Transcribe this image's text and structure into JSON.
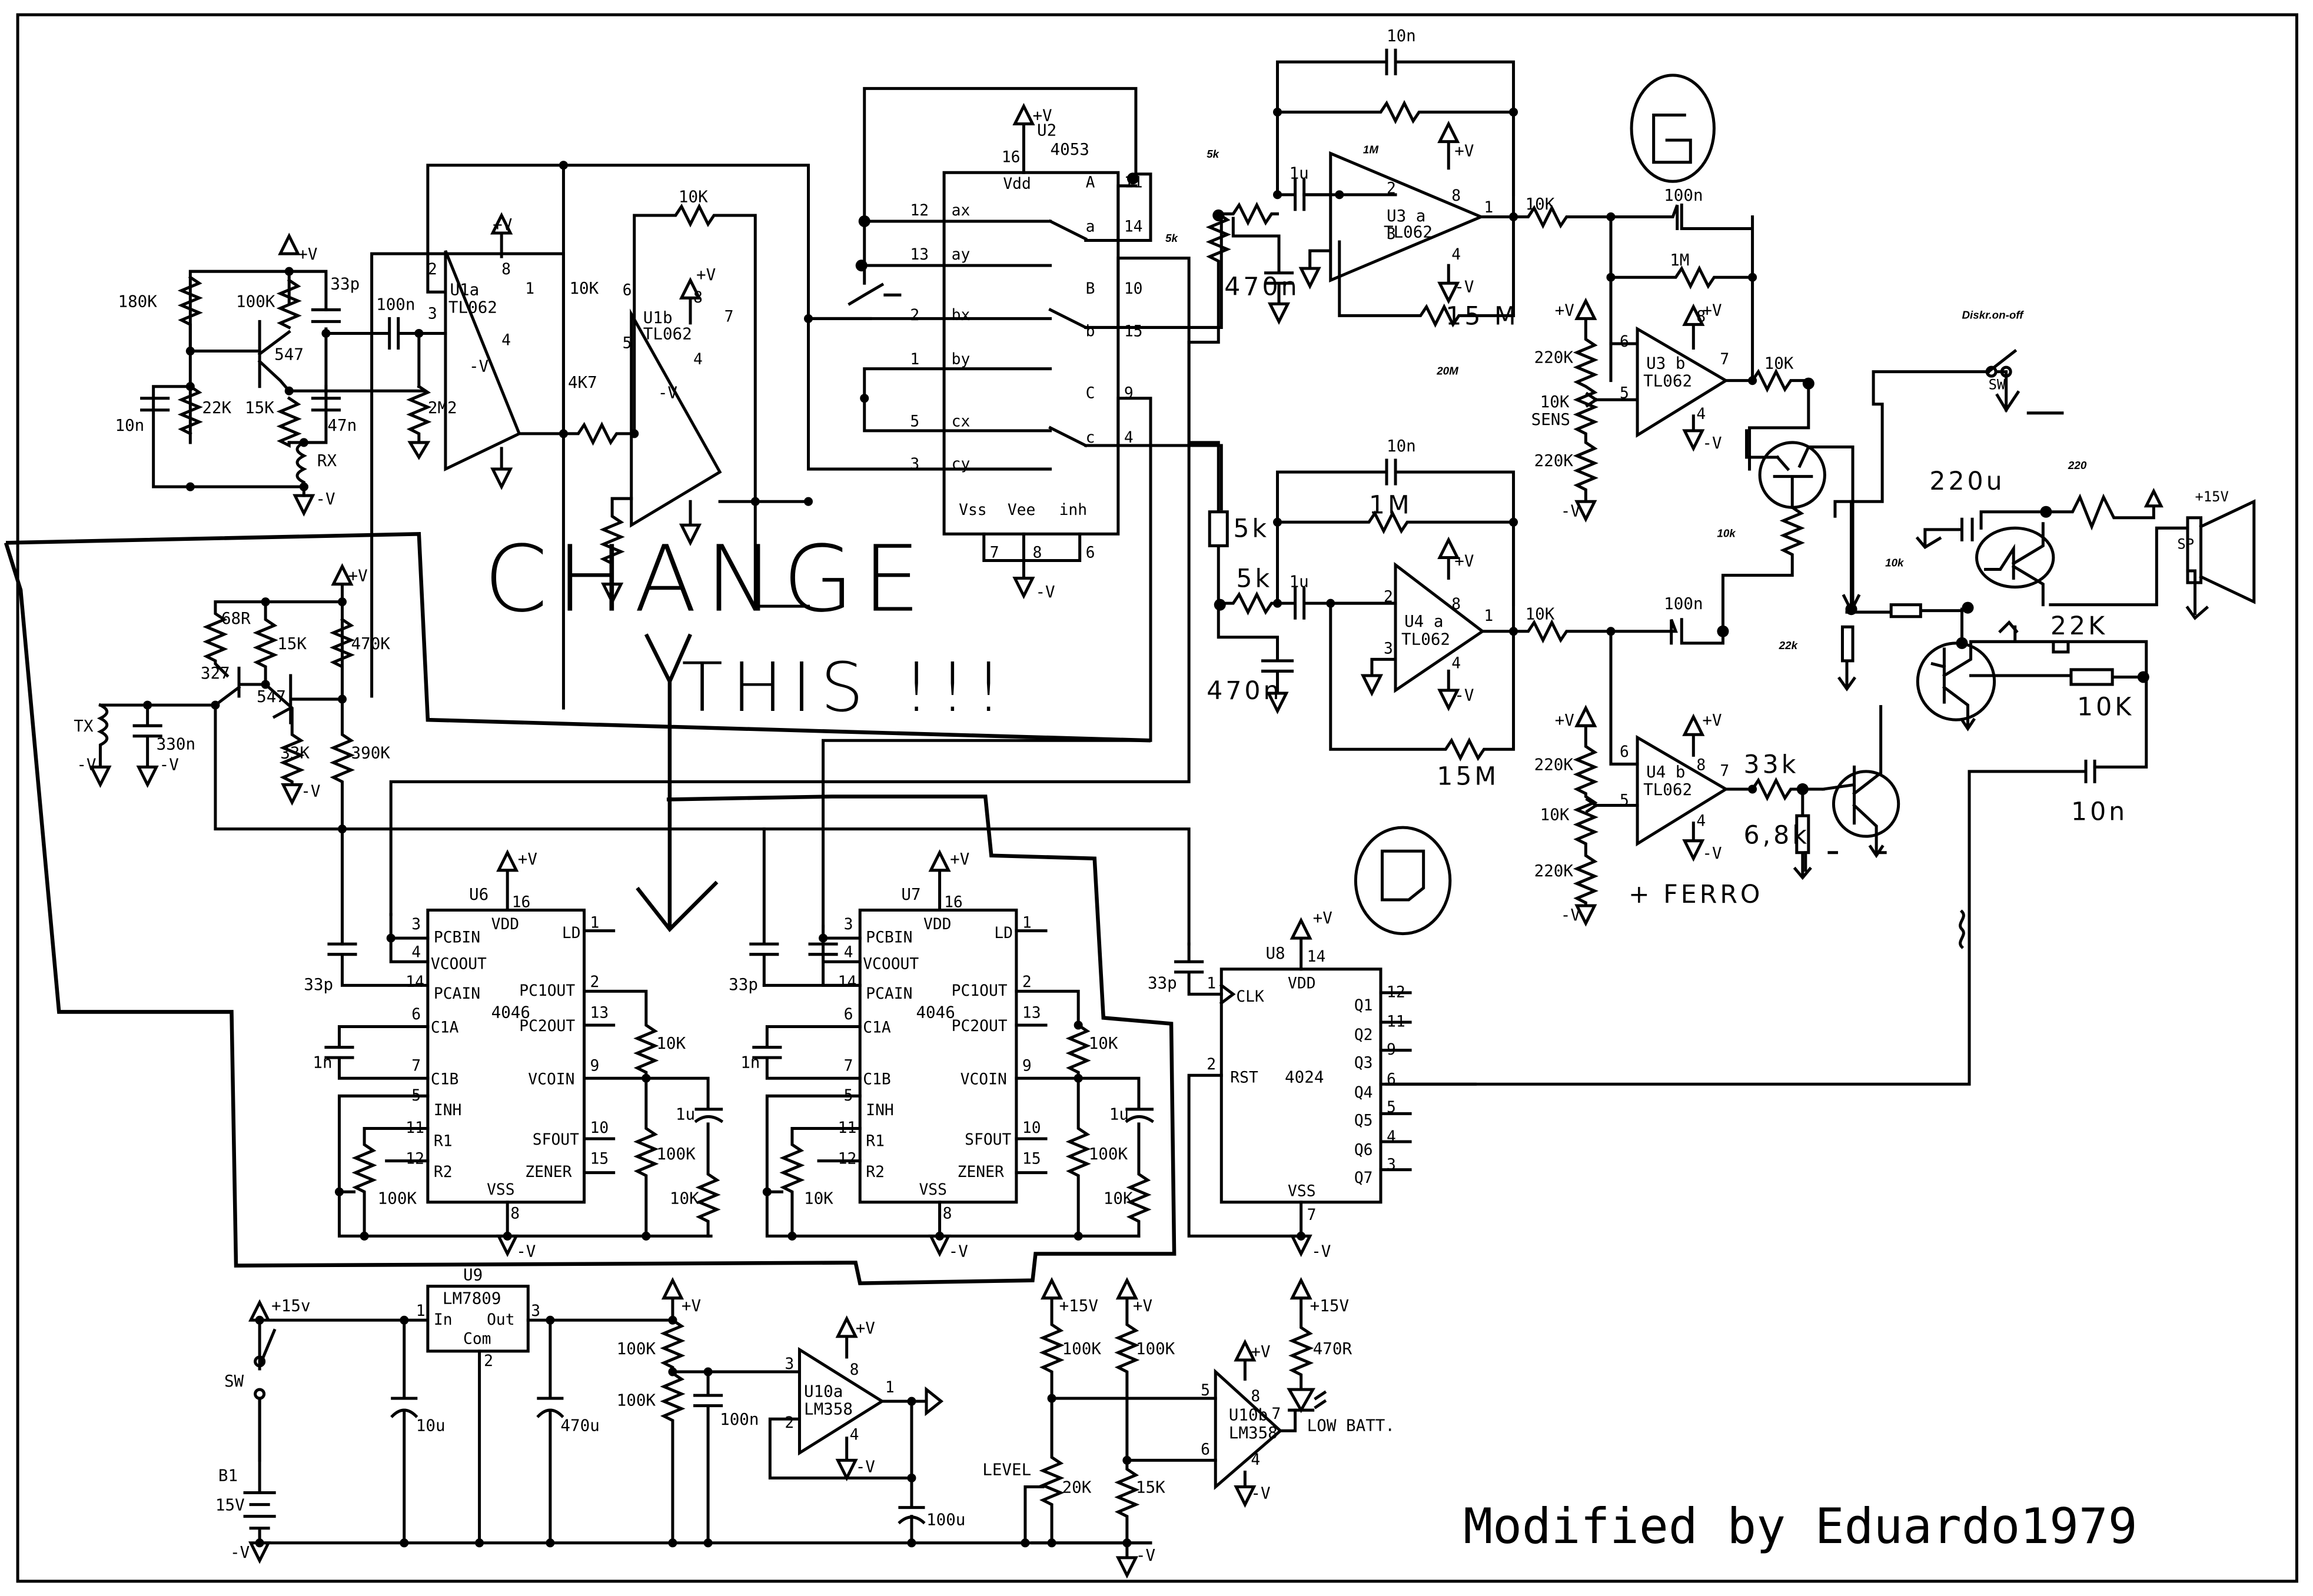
{
  "author_credit": "Modified by Eduardo1979",
  "annotations": {
    "change": "CHANGE",
    "this": "THIS !!!",
    "ferro": "+ FERRO",
    "circle_g": "G",
    "circle_d": "D",
    "diskr": "Diskr.on-off"
  },
  "rx_section": {
    "r1": "180K",
    "r2": "100K",
    "c1": "33p",
    "c2": "100n",
    "transistor": "547",
    "r3": "22K",
    "c3": "10n",
    "r4": "15K",
    "c4": "47n",
    "coil": "RX",
    "r5": "2M2",
    "vplus": "+V",
    "vminus": "-V"
  },
  "tx_section": {
    "r1": "68R",
    "r2": "15K",
    "r3": "470K",
    "q1": "327",
    "q2": "547",
    "coil": "TX",
    "c1": "330n",
    "r4": "33K",
    "r5": "390K",
    "vplus": "+V",
    "vminus": "-V"
  },
  "u1": {
    "a_name": "U1a",
    "b_name": "U1b",
    "part": "TL062",
    "r_in": "10K",
    "r_fb": "10K",
    "r_gnd": "4K7",
    "pins_a": [
      "2",
      "3",
      "8",
      "4",
      "1"
    ],
    "pins_b": [
      "6",
      "5",
      "8",
      "4",
      "7"
    ]
  },
  "u2": {
    "name": "U2",
    "part": "4053",
    "vdd": "Vdd",
    "vdd_pin": "16",
    "left_pins": [
      {
        "num": "12",
        "name": "ax"
      },
      {
        "num": "13",
        "name": "ay"
      },
      {
        "num": "2",
        "name": "bx"
      },
      {
        "num": "1",
        "name": "by"
      },
      {
        "num": "5",
        "name": "cx"
      },
      {
        "num": "3",
        "name": "cy"
      }
    ],
    "right_pins": [
      {
        "num": "11",
        "name": "A"
      },
      {
        "num": "14",
        "name": "a"
      },
      {
        "num": "10",
        "name": "B"
      },
      {
        "num": "15",
        "name": "b"
      },
      {
        "num": "9",
        "name": "C"
      },
      {
        "num": "4",
        "name": "c"
      }
    ],
    "bottom_labels": [
      "Vss",
      "Vee",
      "inh"
    ],
    "bottom_pins": [
      "7",
      "8",
      "6"
    ]
  },
  "u3": {
    "a_name": "U3 a",
    "b_name": "U3 b",
    "part": "TL062",
    "c_fb": "10n",
    "r_fb_a": "1M",
    "r_in": "5k",
    "r_pot": "5k",
    "c_in": "1u",
    "c_gnd": "470n",
    "r_big": "15 M",
    "r_big_note": "20M",
    "r_out": "10K",
    "c_fb_b": "100n",
    "r_fb_b": "1M",
    "sens_top": "220K",
    "sens_pot": "10K",
    "sens_label": "SENS",
    "sens_bot": "220K",
    "r_out_b": "10K",
    "pins_a": [
      "2",
      "3",
      "8",
      "4",
      "1"
    ],
    "pins_b": [
      "6",
      "5",
      "8",
      "4",
      "7"
    ]
  },
  "u4": {
    "a_name": "U4 a",
    "b_name": "U4 b",
    "part": "TL062",
    "c_fb": "10n",
    "r_fb": "1M",
    "r_series": "5k",
    "r_in": "5k",
    "c_in": "1u",
    "c_gnd": "470n",
    "r_big": "15M",
    "r_out": "10K",
    "c_out": "100n",
    "pot_top": "220K",
    "pot": "10K",
    "pot_bot": "220K",
    "r_b_out": "33k",
    "r_b_gnd": "6,8k",
    "pins_a": [
      "2",
      "3",
      "8",
      "4",
      "1"
    ],
    "pins_b": [
      "6",
      "5",
      "8",
      "4",
      "7"
    ]
  },
  "output_stage": {
    "r_10k_a": "10k",
    "r_10k_b": "10k",
    "r_22k": "22k",
    "cap": "220u",
    "r_220": "220",
    "supply": "+15V",
    "speaker": "SP",
    "r_22k_b": "22K",
    "r_10k_c": "10K",
    "cap_10n": "10n",
    "switch": "SW"
  },
  "u6": {
    "name": "U6",
    "part": "4046",
    "vdd_pin": "16",
    "vss_pin": "8",
    "left_pins": [
      {
        "num": "3",
        "name": "PCBIN"
      },
      {
        "num": "4",
        "name": "VCOOUT"
      },
      {
        "num": "14",
        "name": "PCAIN"
      },
      {
        "num": "6",
        "name": "C1A"
      },
      {
        "num": "7",
        "name": "C1B"
      },
      {
        "num": "5",
        "name": "INH"
      },
      {
        "num": "11",
        "name": "R1"
      },
      {
        "num": "12",
        "name": "R2"
      }
    ],
    "right_pins": [
      {
        "num": "1",
        "name": "LD"
      },
      {
        "num": "2",
        "name": "PC1OUT"
      },
      {
        "num": "13",
        "name": "PC2OUT"
      },
      {
        "num": "9",
        "name": "VCOIN"
      },
      {
        "num": "10",
        "name": "SFOUT"
      },
      {
        "num": "15",
        "name": "ZENER"
      }
    ],
    "vdd": "VDD",
    "vss": "VSS",
    "c_in": "33p",
    "c_t": "1n",
    "pot": "100K",
    "r1": "10K",
    "r2": "100K",
    "r3": "10K",
    "c_f": "1u"
  },
  "u7": {
    "name": "U7",
    "part": "4046",
    "vdd_pin": "16",
    "vss_pin": "8",
    "c_in": "33p",
    "c_t": "1n",
    "pot": "10K",
    "r1": "10K",
    "r2": "100K",
    "r3": "10K",
    "c_f": "1u"
  },
  "u8": {
    "name": "U8",
    "part": "4024",
    "vdd": "VDD",
    "vss": "VSS",
    "vdd_pin": "14",
    "vss_pin": "7",
    "clk": "CLK",
    "clk_pin": "1",
    "rst": "RST",
    "rst_pin": "2",
    "c_in": "33p",
    "outputs": [
      {
        "num": "12",
        "name": "Q1"
      },
      {
        "num": "11",
        "name": "Q2"
      },
      {
        "num": "9",
        "name": "Q3"
      },
      {
        "num": "6",
        "name": "Q4"
      },
      {
        "num": "5",
        "name": "Q5"
      },
      {
        "num": "4",
        "name": "Q6"
      },
      {
        "num": "3",
        "name": "Q7"
      }
    ]
  },
  "power": {
    "supply": "+15v",
    "switch": "SW",
    "battery": "B1",
    "battery_v": "15V",
    "ground": "-V",
    "reg_name": "U9",
    "reg_part": "LM7809",
    "reg_in": "In",
    "reg_out": "Out",
    "reg_com": "Com",
    "reg_pins": [
      "1",
      "3",
      "2"
    ],
    "c_in": "10u",
    "c_out": "470u",
    "vplus": "+V",
    "r_div_top": "100K",
    "r_div_bot": "100K",
    "c_div": "100n",
    "u10a_name": "U10a",
    "u10a_part": "LM358",
    "u10a_pins": [
      "3",
      "2",
      "8",
      "4",
      "1"
    ],
    "c_bulk": "100u"
  },
  "low_batt": {
    "supply_a": "+15V",
    "supply_b": "+V",
    "supply_c": "+15V",
    "r1": "100K",
    "r2": "100K",
    "pot": "20K",
    "pot_label": "LEVEL",
    "r3": "15K",
    "u10b_name": "U10b",
    "u10b_part": "LM358",
    "u10b_pins": [
      "5",
      "6",
      "8",
      "4",
      "7"
    ],
    "r_led": "470R",
    "led_label": "LOW BATT."
  }
}
